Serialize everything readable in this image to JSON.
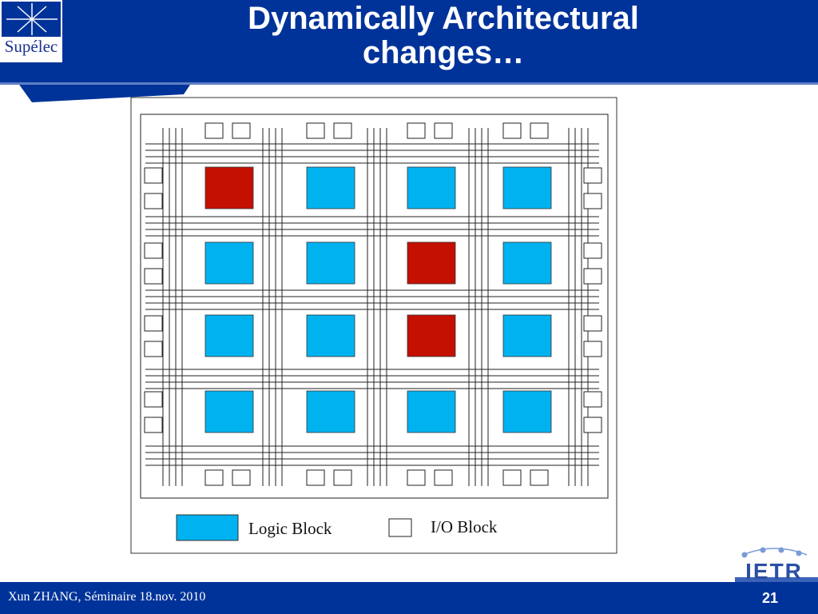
{
  "slide": {
    "title_line1": "Dynamically Architectural",
    "title_line2": "changes…",
    "logo_text": "Supélec",
    "partner_logo_text": "IETR",
    "footer_text": "Xun ZHANG, Séminaire 18.nov. 2010",
    "page_number": "21"
  },
  "colors": {
    "header_blue": "#003399",
    "logic_block": "#00b2f0",
    "changed_block": "#c41000",
    "io_block_fill": "#ffffff"
  },
  "diagram": {
    "grid": {
      "rows": 4,
      "cols": 4
    },
    "changed_blocks": [
      [
        0,
        0
      ],
      [
        1,
        2
      ],
      [
        2,
        2
      ]
    ],
    "legend": [
      {
        "key": "logic",
        "label": "Logic Block"
      },
      {
        "key": "io",
        "label": "I/O Block"
      }
    ]
  }
}
